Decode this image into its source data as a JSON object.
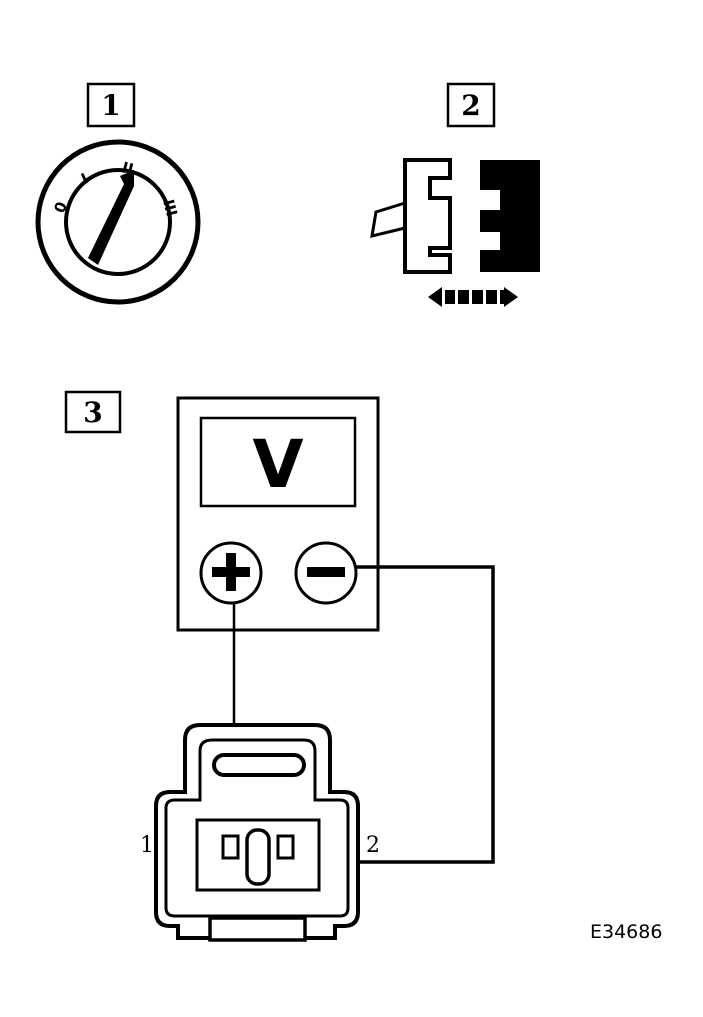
{
  "steps": [
    {
      "number": "1",
      "depicts": "ignition-switch"
    },
    {
      "number": "2",
      "depicts": "connector-disconnect"
    },
    {
      "number": "3",
      "depicts": "voltmeter-test"
    }
  ],
  "ignition_switch": {
    "positions": [
      "0",
      "I",
      "II",
      "III"
    ]
  },
  "voltmeter": {
    "display": "V",
    "positive_terminal": "+",
    "negative_terminal": "−"
  },
  "connector": {
    "pin_left": "1",
    "pin_right": "2"
  },
  "reference_code": "E34686"
}
